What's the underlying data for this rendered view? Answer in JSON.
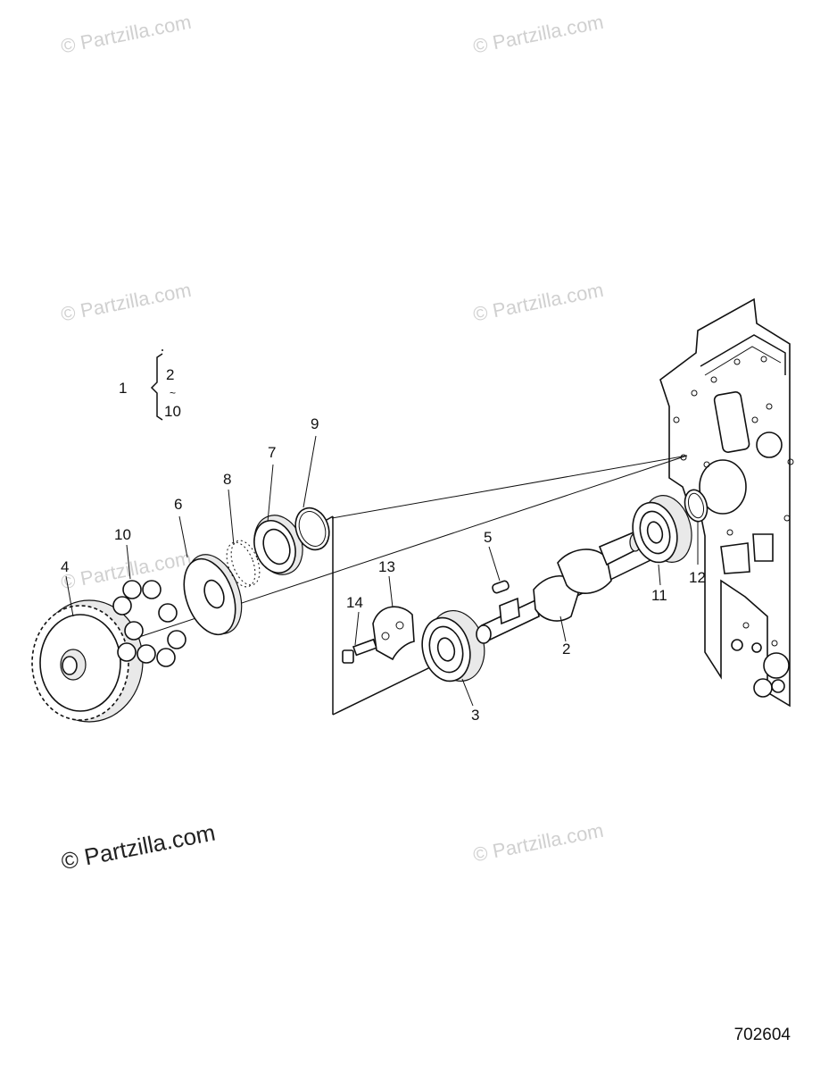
{
  "watermarks": [
    "© Partzilla.com",
    "© Partzilla.com",
    "© Partzilla.com",
    "© Partzilla.com",
    "© Partzilla.com",
    "© Partzilla.com"
  ],
  "watermark_main": "© Partzilla.com",
  "reference_number": "702604",
  "assembly_bracket": {
    "assembly": "1",
    "from": "2",
    "tilde": "~",
    "to": "10"
  },
  "callouts": {
    "c2": "2",
    "c3": "3",
    "c4": "4",
    "c5": "5",
    "c6": "6",
    "c7": "7",
    "c8": "8",
    "c9": "9",
    "c10": "10",
    "c11": "11",
    "c12": "12",
    "c13": "13",
    "c14": "14"
  },
  "colors": {
    "line": "#111111",
    "watermark": "#d0d0d0"
  }
}
